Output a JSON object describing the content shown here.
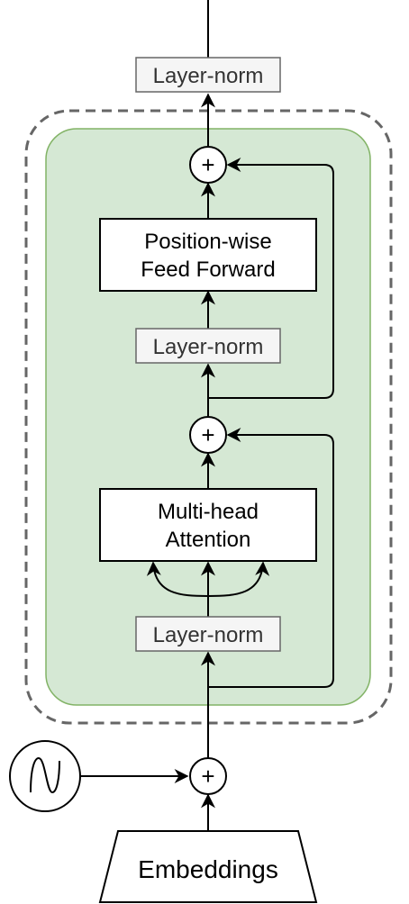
{
  "diagram": {
    "top_layer_norm": "Layer-norm",
    "ffn_layer_norm": "Layer-norm",
    "attn_layer_norm": "Layer-norm",
    "ffn_line1": "Position-wise",
    "ffn_line2": "Feed Forward",
    "attn_line1": "Multi-head",
    "attn_line2": "Attention",
    "embeddings": "Embeddings",
    "plus_symbol": "+",
    "positional_icon": "sine-wave-icon"
  },
  "colors": {
    "block_fill": "#d5e8d4",
    "block_stroke": "#82b366",
    "norm_fill": "#f5f5f5",
    "norm_stroke": "#666666",
    "norm_text": "#333333",
    "dashed_stroke": "#666666",
    "line": "#000000"
  }
}
